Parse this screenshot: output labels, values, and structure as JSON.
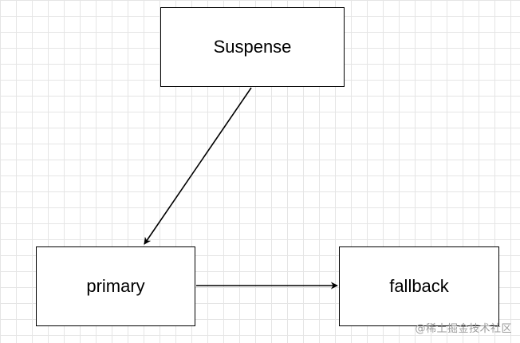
{
  "diagram": {
    "nodes": {
      "suspense": "Suspense",
      "primary": "primary",
      "fallback": "fallback"
    },
    "edges": [
      {
        "from": "Suspense",
        "to": "primary"
      },
      {
        "from": "primary",
        "to": "fallback"
      }
    ]
  },
  "watermark": "@稀土掘金技术社区",
  "colors": {
    "stroke": "#000000",
    "grid": "#e5e5e5",
    "background": "#ffffff",
    "watermark": "#9a9a9a"
  }
}
